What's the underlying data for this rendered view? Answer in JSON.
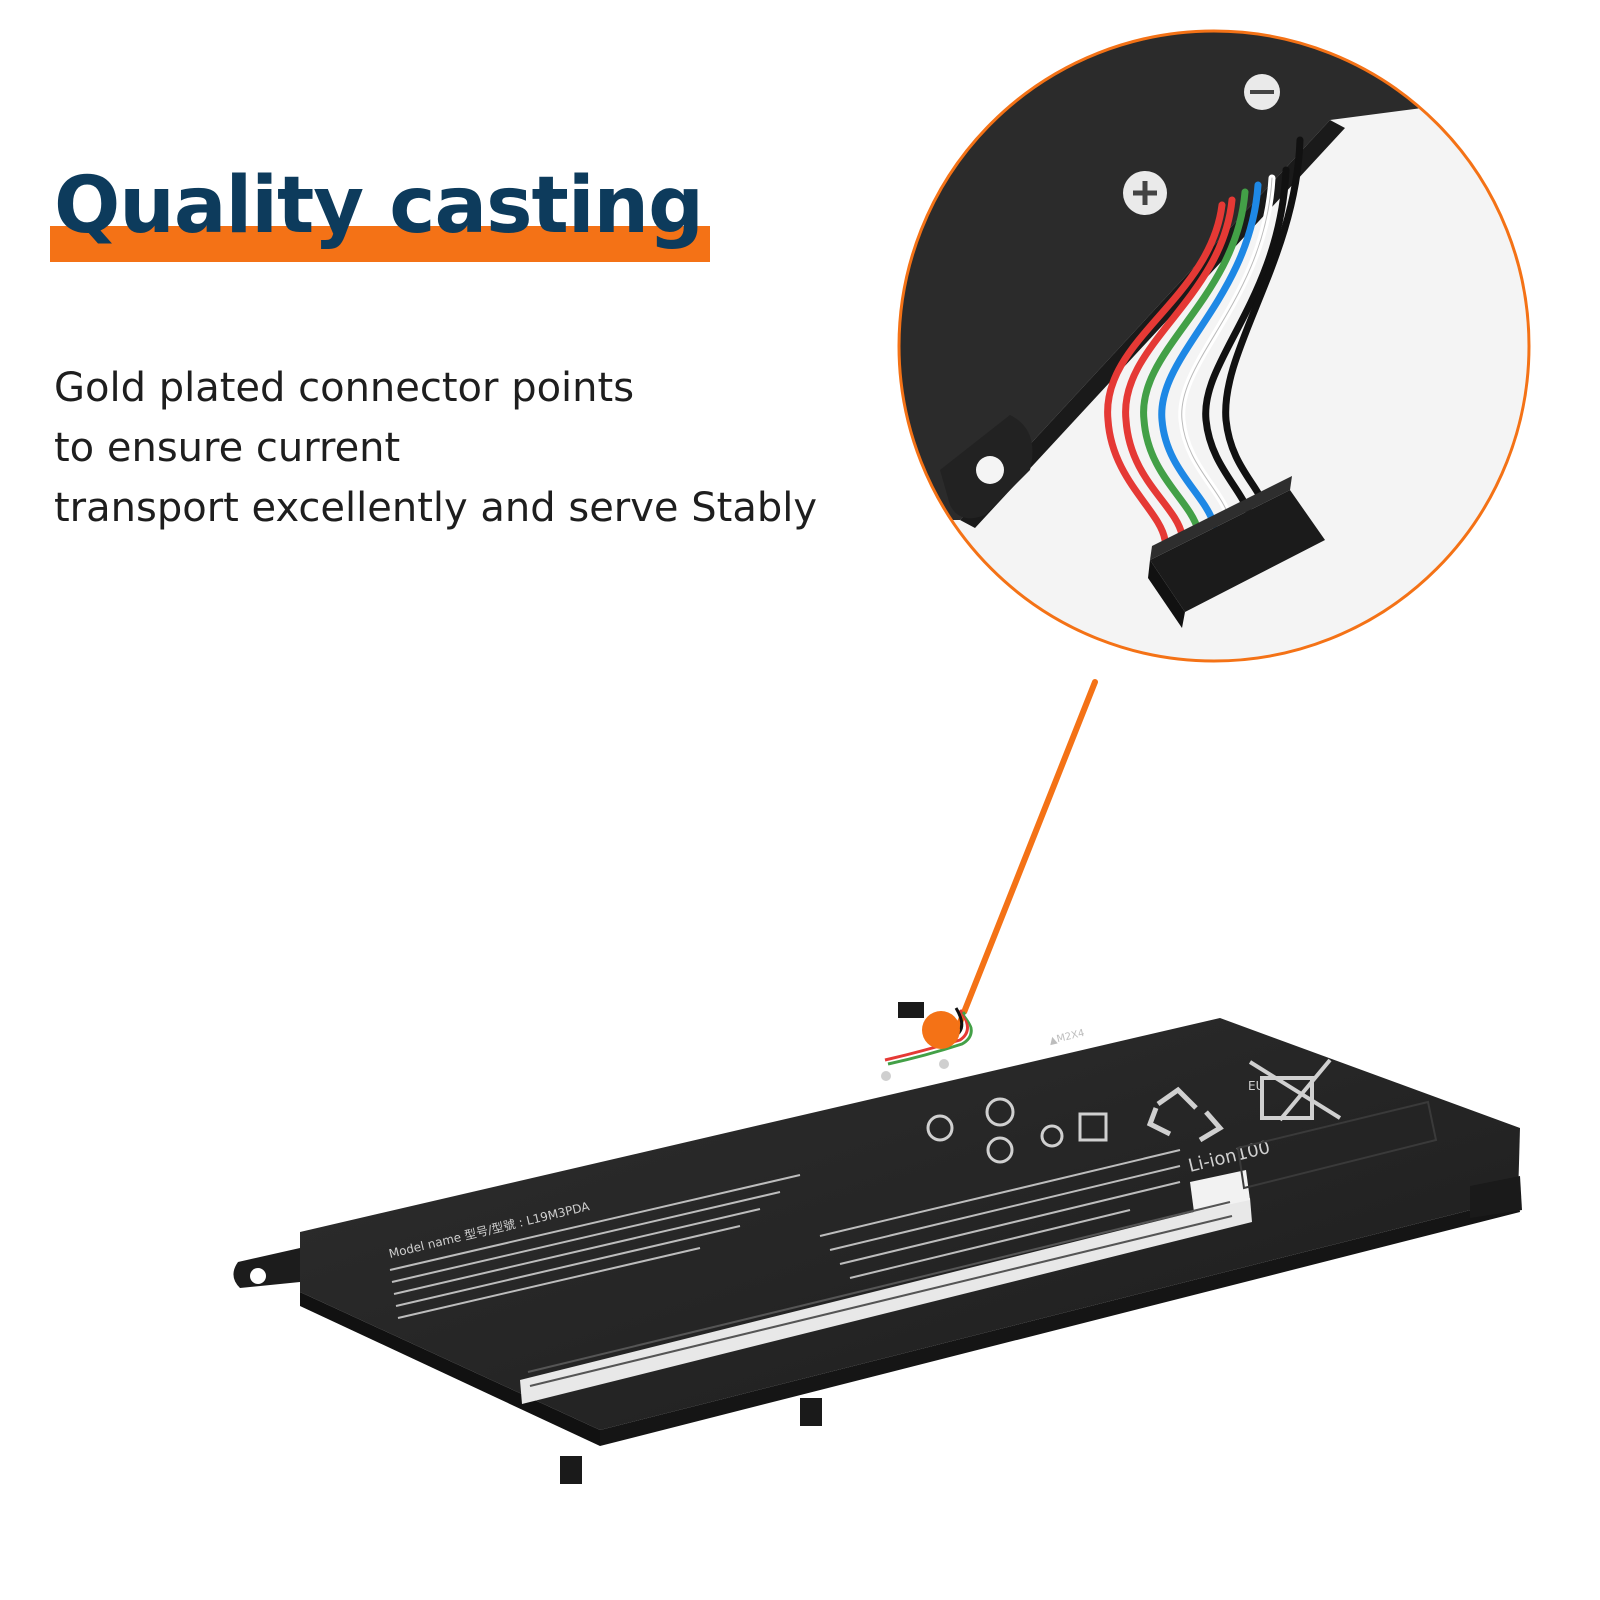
{
  "headline": "Quality casting",
  "description_lines": [
    "Gold plated connector points",
    "to ensure current",
    "transport excellently and serve Stably"
  ],
  "battery_label": {
    "model_name": "Model name 型号/型號 : L19M3PDA",
    "marking": "▲M2X4",
    "recycle_text": "Li-ion100",
    "eu_mark": "EU"
  },
  "colors": {
    "accent": "#f47216",
    "headline_text": "#0d3b5c",
    "body_text": "#1e1e1e",
    "battery_body": "#262626",
    "wire_colors": [
      "#e53935",
      "#e53935",
      "#43a047",
      "#1e88e5",
      "#ffffff",
      "#111111"
    ]
  }
}
